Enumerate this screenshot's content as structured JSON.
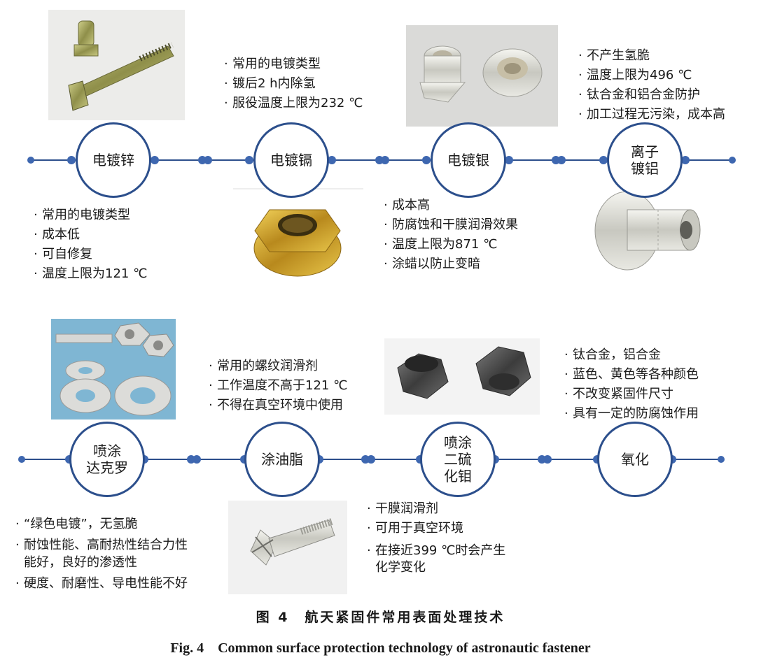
{
  "colors": {
    "line": "#2c4f8c",
    "dot": "#3e67b0"
  },
  "row1": {
    "nodes": [
      {
        "label": "电镀锌",
        "icon": "electro-zinc-node"
      },
      {
        "label": "电镀镉",
        "icon": "electro-cadmium-node"
      },
      {
        "label": "电镀银",
        "icon": "electro-silver-node"
      },
      {
        "label": "离子\n镀铝",
        "icon": "ion-aluminum-node"
      }
    ],
    "zinc_bullets": [
      "常用的电镀类型",
      "成本低",
      "可自修复",
      "温度上限为121 ℃"
    ],
    "cadmium_bullets": [
      "常用的电镀类型",
      "镀后2 h内除氢",
      "服役温度上限为232 ℃"
    ],
    "silver_bullets": [
      "成本高",
      "防腐蚀和干膜润滑效果",
      "温度上限为871 ℃",
      "涂蜡以防止变暗"
    ],
    "ion_al_bullets": [
      "不产生氢脆",
      "温度上限为496 ℃",
      "钛合金和铝合金防护",
      "加工过程无污染，成本高"
    ]
  },
  "row2": {
    "nodes": [
      {
        "label": "喷涂\n达克罗",
        "icon": "dacromet-node"
      },
      {
        "label": "涂油脂",
        "icon": "grease-node"
      },
      {
        "label": "喷涂\n二硫\n化钼",
        "icon": "mos2-node"
      },
      {
        "label": "氧化",
        "icon": "oxidation-node"
      }
    ],
    "dacromet_bullets": [
      "“绿色电镀”，无氢脆",
      "耐蚀性能、高耐热性结合力性\n能好，良好的渗透性",
      "硬度、耐磨性、导电性能不好"
    ],
    "grease_bullets": [
      "常用的螺纹润滑剂",
      "工作温度不高于121 ℃",
      "不得在真空环境中使用"
    ],
    "mos2_bullets": [
      "干膜润滑剂",
      "可用于真空环境",
      "在接近399 ℃时会产生\n化学变化"
    ],
    "oxidation_bullets": [
      "钛合金，铝合金",
      "蓝色、黄色等各种颜色",
      "不改变紧固件尺寸",
      "具有一定的防腐蚀作用"
    ]
  },
  "caption": {
    "cn": "图 4　航天紧固件常用表面处理技术",
    "en": "Fig. 4　Common surface protection technology of astronautic fastener"
  }
}
